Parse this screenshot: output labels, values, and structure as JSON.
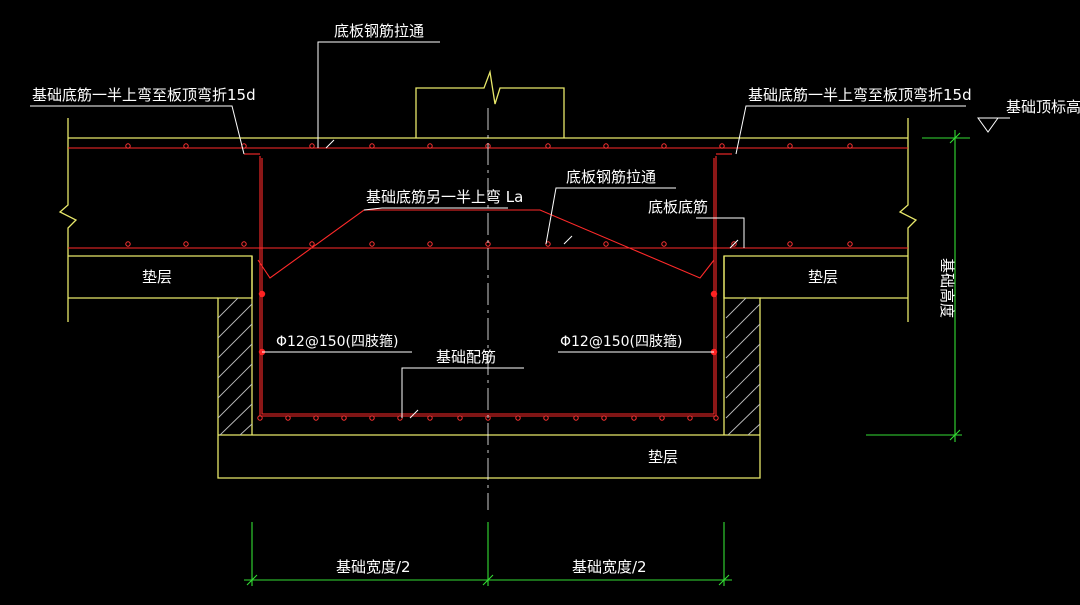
{
  "labels": {
    "slab_tie_top": "底板钢筋拉通",
    "rebar_bend_left": "基础底筋一半上弯至板顶弯折15d",
    "rebar_bend_right": "基础底筋一半上弯至板顶弯折15d",
    "foundation_top_elev": "基础顶标高",
    "rebar_other_half": "基础底筋另一半上弯 La",
    "slab_tie_mid": "底板钢筋拉通",
    "slab_bottom_rebar": "底板底筋",
    "cushion_left": "垫层",
    "cushion_right": "垫层",
    "cushion_bottom": "垫层",
    "stirrup_left": "Φ12@150(四肢箍)",
    "stirrup_right": "Φ12@150(四肢箍)",
    "foundation_rebar": "基础配筋",
    "foundation_height": "基础高度",
    "width_half_left": "基础宽度/2",
    "width_half_right": "基础宽度/2"
  },
  "colors": {
    "background": "#000000",
    "concrete_outline": "#e8e86a",
    "rebar": "#ff2a2a",
    "leader": "#ffffff",
    "dimension": "#33dd33"
  }
}
